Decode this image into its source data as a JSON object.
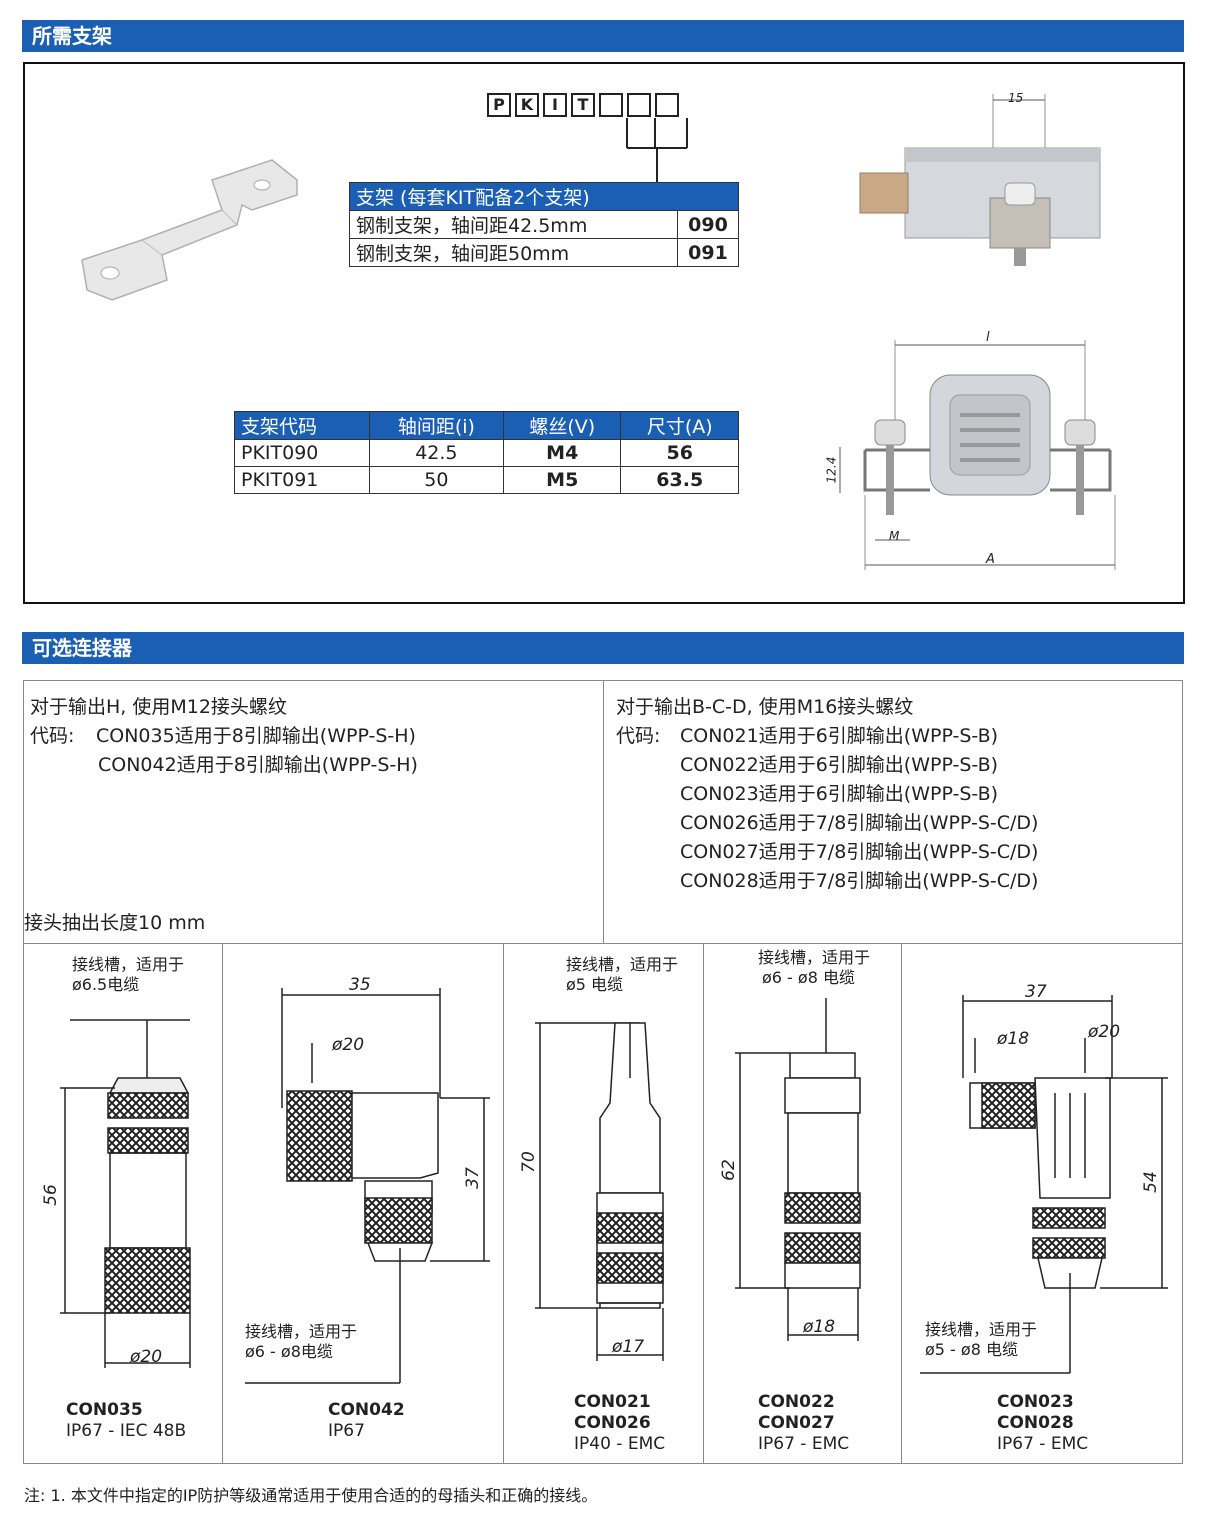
{
  "section1": {
    "title": "所需支架",
    "code_letters": [
      "P",
      "K",
      "I",
      "T",
      "",
      "",
      ""
    ],
    "option_table": {
      "header": "支架 (每套KIT配备2个支架)",
      "rows": [
        {
          "desc": "钢制支架，轴间距42.5mm",
          "code": "090"
        },
        {
          "desc": "钢制支架，轴间距50mm",
          "code": "091"
        }
      ]
    },
    "spec_table": {
      "headers": [
        "支架代码",
        "轴间距(i)",
        "螺丝(V)",
        "尺寸(A)"
      ],
      "rows": [
        [
          "PKIT090",
          "42.5",
          "M4",
          "56"
        ],
        [
          "PKIT091",
          "50",
          "M5",
          "63.5"
        ]
      ]
    },
    "dims": {
      "d15": "15",
      "l": "l",
      "h": "12.4",
      "m": "M",
      "a": "A"
    }
  },
  "section2": {
    "title": "可选连接器",
    "left": {
      "line1": "对于输出H, 使用M12接头螺纹",
      "code_label": "代码:",
      "codes": [
        "CON035适用于8引脚输出(WPP-S-H)",
        "CON042适用于8引脚输出(WPP-S-H)"
      ],
      "length": "接头抽出长度10 mm"
    },
    "right": {
      "line1": "对于输出B-C-D, 使用M16接头螺纹",
      "code_label": "代码:",
      "codes": [
        "CON021适用于6引脚输出(WPP-S-B)",
        "CON022适用于6引脚输出(WPP-S-B)",
        "CON023适用于6引脚输出(WPP-S-B)",
        "CON026适用于7/8引脚输出(WPP-S-C/D)",
        "CON027适用于7/8引脚输出(WPP-S-C/D)",
        "CON028适用于7/8引脚输出(WPP-S-C/D)"
      ]
    },
    "connectors": [
      {
        "label1": "接线槽，适用于",
        "label2": "ø6.5电缆",
        "dim_h": "56",
        "dim_w": "ø20",
        "cap1": "CON035",
        "cap2": "IP67 - IEC 48B"
      },
      {
        "label1": "接线槽，适用于",
        "label2": "ø6 - ø8电缆",
        "dim_top": "35",
        "dim_d": "ø20",
        "dim_h": "37",
        "cap1": "CON042",
        "cap2": "IP67"
      },
      {
        "label1": "接线槽，适用于",
        "label2": "ø5 电缆",
        "dim_h": "70",
        "dim_w": "ø17",
        "cap1": "CON021",
        "cap1b": "CON026",
        "cap2": "IP40 - EMC"
      },
      {
        "label1": "接线槽，适用于",
        "label2": "ø6 - ø8 电缆",
        "dim_h": "62",
        "dim_w": "ø18",
        "cap1": "CON022",
        "cap1b": "CON027",
        "cap2": "IP67 - EMC"
      },
      {
        "label1": "接线槽，适用于",
        "label2": "ø5 - ø8 电缆",
        "dim_top": "37",
        "dim_d1": "ø18",
        "dim_d2": "ø20",
        "dim_h": "54",
        "cap1": "CON023",
        "cap1b": "CON028",
        "cap2": "IP67 - EMC"
      }
    ]
  },
  "note": "注: 1. 本文件中指定的IP防护等级通常适用于使用合适的的母插头和正确的接线。",
  "colors": {
    "header_blue": "#1a5fb4"
  }
}
